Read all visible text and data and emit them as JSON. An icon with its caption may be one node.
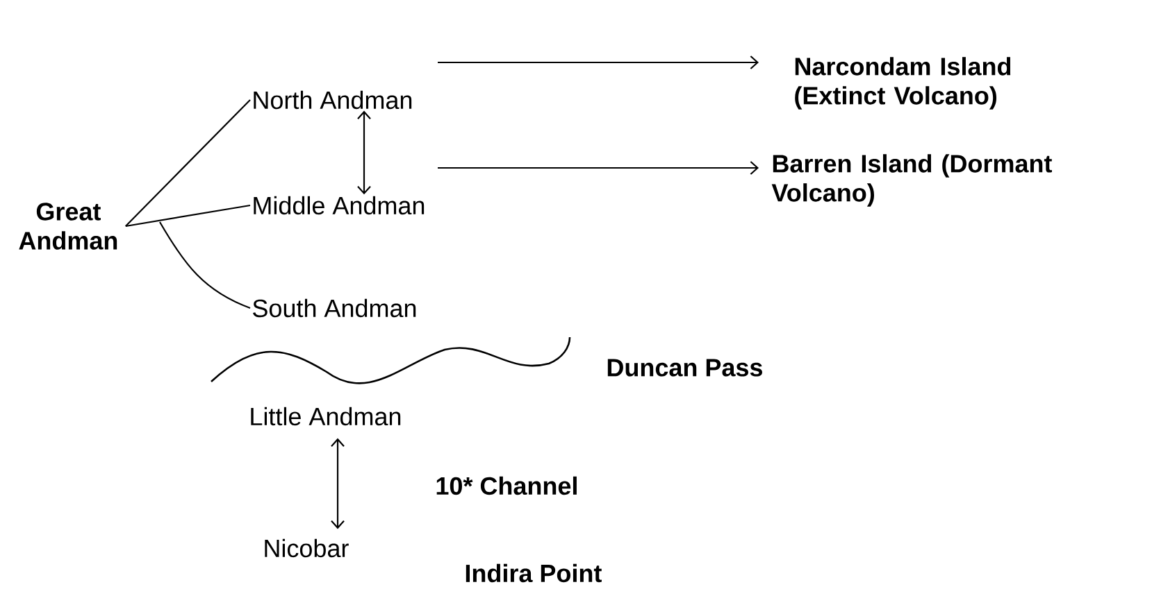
{
  "diagram": {
    "nodes": [
      {
        "text": [
          "Great Andman"
        ]
      },
      {
        "text": [
          "North Andman"
        ]
      },
      {
        "text": [
          "Middle Andman"
        ]
      },
      {
        "text": [
          "South Andman"
        ]
      },
      {
        "text": [
          "Narcondam Island (Extinct Volcano)"
        ]
      },
      {
        "text": [
          "Barren Island (Dormant Volcano)"
        ]
      },
      {
        "text": [
          "Little Andman"
        ]
      },
      {
        "text": [
          "Nicobar"
        ]
      }
    ],
    "edges": [
      {
        "from": 0,
        "to": 1,
        "arrow": "none"
      },
      {
        "from": 0,
        "to": 2,
        "arrow": "none"
      },
      {
        "from": 0,
        "to": 3,
        "arrow": "none"
      },
      {
        "from": 1,
        "to": 2,
        "arrow": "both"
      },
      {
        "from": null,
        "to": 4,
        "arrow": "to"
      },
      {
        "from": null,
        "to": 5,
        "arrow": "to"
      },
      {
        "from": 6,
        "to": 7,
        "arrow": "both"
      }
    ],
    "labels": [
      "Duncan Pass",
      "10* Channel",
      "Indira Point"
    ]
  }
}
